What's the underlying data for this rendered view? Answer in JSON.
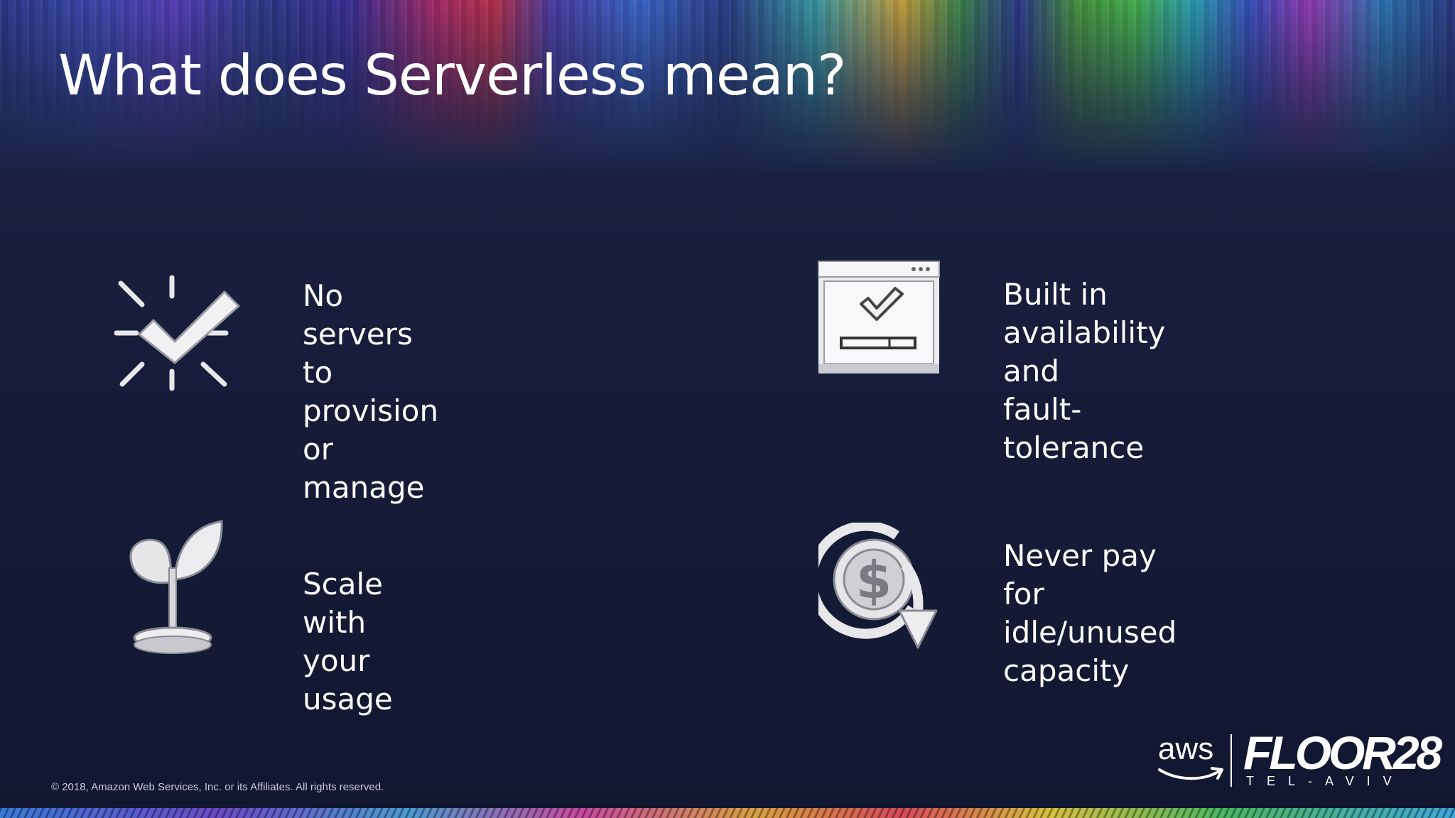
{
  "slide": {
    "title": "What does Serverless mean?"
  },
  "features": [
    {
      "text": "No servers to provision\nor manage",
      "icon": "sparkle-checkmark-icon"
    },
    {
      "text": "Built in availability and\nfault-tolerance",
      "icon": "window-checkmark-icon"
    },
    {
      "text": "Scale with your usage",
      "icon": "sprout-icon"
    },
    {
      "text": "Never pay for\nidle/unused capacity",
      "icon": "dollar-down-arrow-icon"
    }
  ],
  "footer": {
    "copyright": "© 2018, Amazon Web Services, Inc. or its Affiliates. All rights reserved.",
    "aws_logo": "aws",
    "event_logo": "FLOOR28",
    "event_city": "TEL-AVIV"
  },
  "colors": {
    "background": "#171d3a",
    "text": "#ffffff",
    "icon_fill": "#e8e8ea"
  }
}
